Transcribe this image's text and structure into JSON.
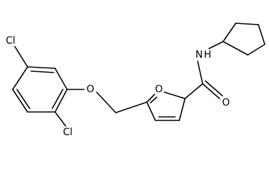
{
  "structure": {
    "atoms": {
      "cl_top": "Cl",
      "cl_bottom": "Cl",
      "o_ether": "O",
      "o_furan": "O",
      "o_carbonyl": "O",
      "n_amide": "N",
      "h_amide": "H"
    }
  },
  "colors": {
    "bond": "#000000",
    "background": "#ffffff"
  }
}
